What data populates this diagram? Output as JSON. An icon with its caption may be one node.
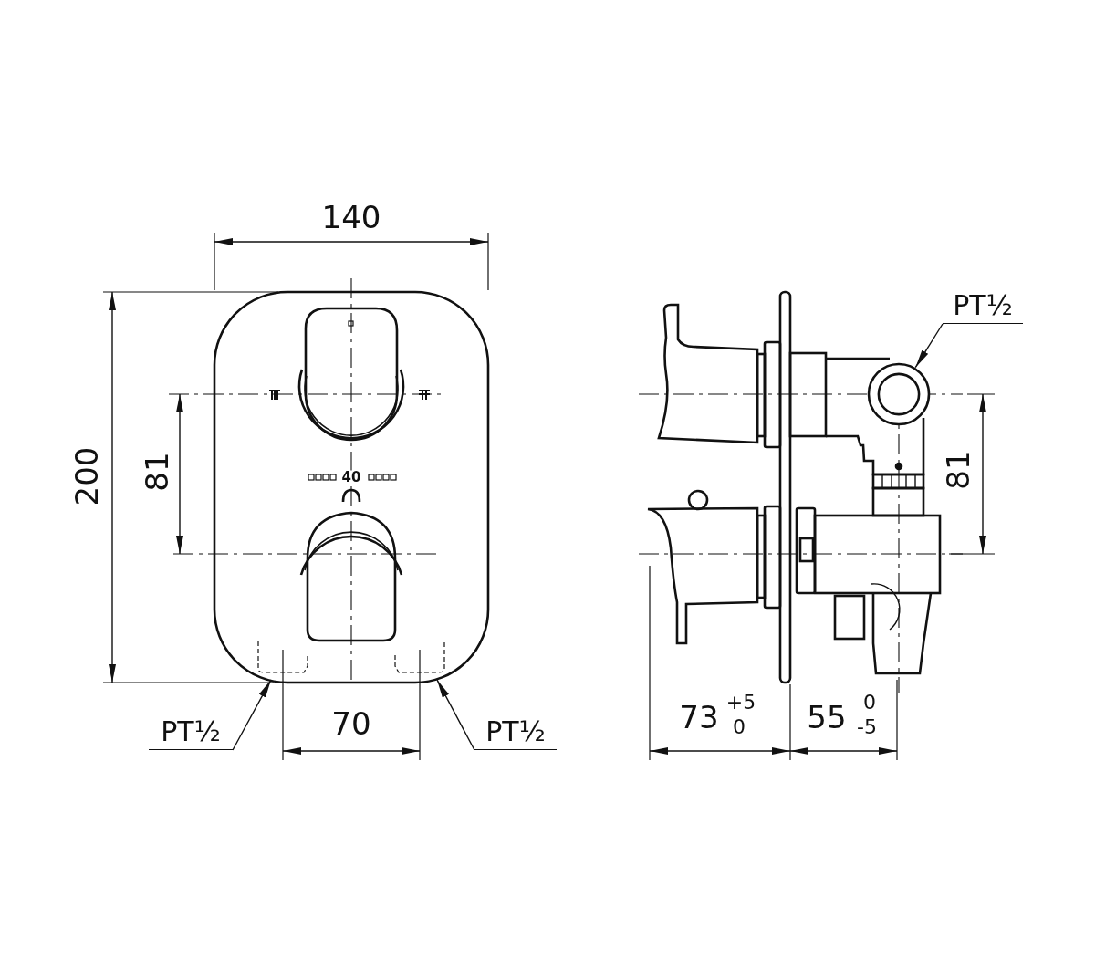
{
  "diagram": {
    "nodes": [
      {
        "text": [
          "PT½"
        ]
      },
      {
        "text": [
          "PT½"
        ]
      },
      {
        "text": [
          "PT½"
        ]
      },
      {
        "text": [],
        "shape": "circle"
      }
    ],
    "edges": [
      {
        "from": 0,
        "to": null,
        "arrow": "to"
      },
      {
        "from": 1,
        "to": null,
        "arrow": "to"
      },
      {
        "from": 2,
        "to": 3,
        "arrow": "to"
      }
    ],
    "labels": [
      "140",
      "200",
      "81",
      "40",
      "81",
      "70",
      "73",
      "+5",
      "0",
      "55",
      "0",
      "-5"
    ]
  }
}
